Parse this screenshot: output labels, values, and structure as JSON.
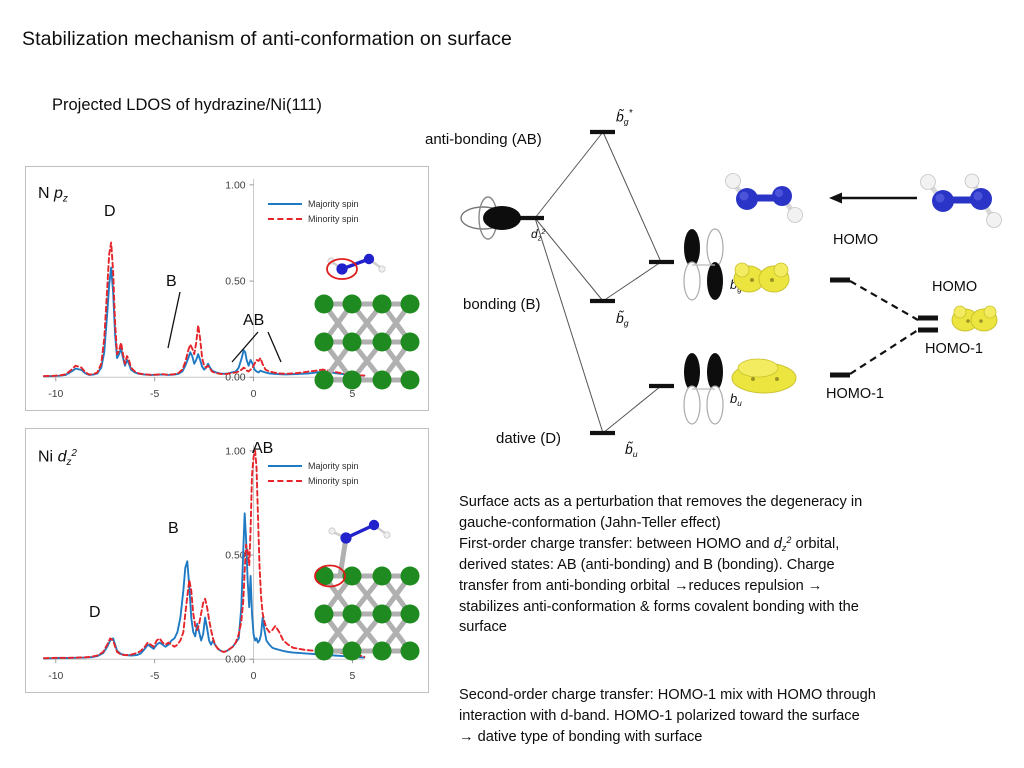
{
  "slide": {
    "title": "Stabilization mechanism of anti-conformation on surface",
    "ldos_heading": "Projected LDOS of hydrazine/Ni(111)"
  },
  "colors": {
    "majority_spin": "#1f7ac4",
    "minority_spin": "#e5252a",
    "nickel_atom": "#1f8a1f",
    "nitrogen_atom": "#2222cc",
    "hydrogen_atom": "#e8e8e8",
    "orbital_yellow": "#e8e23c",
    "panel_border": "#bfbfbf",
    "axis_gray": "#a6a6a6"
  },
  "legend": {
    "majority": "Majority spin",
    "minority": "Minority spin"
  },
  "chart_data": [
    {
      "type": "line",
      "title": "N pz",
      "title_parts": {
        "element": "N",
        "orbital": "p",
        "orbital_sub": "z"
      },
      "xlabel": "",
      "ylabel": "",
      "xlim": [
        -10.6,
        5.6
      ],
      "ylim": [
        0.0,
        1.0
      ],
      "xticks": [
        -10,
        -5,
        0,
        5
      ],
      "xticklabels": [
        "-10",
        "-5",
        "0",
        "5"
      ],
      "yticks": [
        0.0,
        0.5,
        1.0
      ],
      "yticklabels": [
        "0.00",
        "0.50",
        "1.00"
      ],
      "grid": false,
      "annotations": [
        {
          "label": "D",
          "peak_x": -7.2,
          "peak_y": 0.7
        },
        {
          "label": "B",
          "peak_x": -2.9,
          "peak_y": 0.26
        },
        {
          "label": "AB",
          "peak_x": 0.35,
          "peak_y": 0.09
        }
      ],
      "series": [
        {
          "name": "Majority spin",
          "style": "solid",
          "color": "#1f7ac4",
          "x": [
            -10.6,
            -10.2,
            -9.8,
            -9.5,
            -9.2,
            -9.0,
            -8.7,
            -8.5,
            -8.3,
            -8.1,
            -7.9,
            -7.7,
            -7.55,
            -7.4,
            -7.3,
            -7.2,
            -7.1,
            -7.0,
            -6.9,
            -6.8,
            -6.7,
            -6.6,
            -6.5,
            -6.4,
            -6.3,
            -6.2,
            -6.0,
            -5.8,
            -5.5,
            -5.2,
            -4.9,
            -4.6,
            -4.3,
            -4.0,
            -3.8,
            -3.6,
            -3.45,
            -3.3,
            -3.2,
            -3.1,
            -3.0,
            -2.9,
            -2.8,
            -2.7,
            -2.6,
            -2.5,
            -2.4,
            -2.3,
            -2.2,
            -2.1,
            -2.0,
            -1.9,
            -1.7,
            -1.5,
            -1.3,
            -1.1,
            -0.9,
            -0.75,
            -0.6,
            -0.5,
            -0.42,
            -0.35,
            -0.25,
            -0.15,
            -0.05,
            0.05,
            0.15,
            0.25,
            0.35,
            0.45,
            0.6,
            0.8,
            1.0,
            1.3,
            1.6,
            2.0,
            2.4,
            2.8,
            3.2,
            3.5,
            3.8,
            4.1,
            4.4,
            4.7,
            5.0,
            5.3,
            5.6
          ],
          "y": [
            0.005,
            0.006,
            0.008,
            0.012,
            0.03,
            0.045,
            0.038,
            0.02,
            0.012,
            0.014,
            0.02,
            0.05,
            0.13,
            0.33,
            0.48,
            0.57,
            0.44,
            0.22,
            0.1,
            0.12,
            0.15,
            0.1,
            0.06,
            0.09,
            0.07,
            0.04,
            0.025,
            0.018,
            0.014,
            0.012,
            0.013,
            0.015,
            0.012,
            0.014,
            0.018,
            0.03,
            0.06,
            0.1,
            0.13,
            0.11,
            0.07,
            0.09,
            0.12,
            0.09,
            0.055,
            0.04,
            0.05,
            0.07,
            0.05,
            0.035,
            0.03,
            0.025,
            0.02,
            0.018,
            0.02,
            0.025,
            0.03,
            0.05,
            0.1,
            0.14,
            0.13,
            0.09,
            0.06,
            0.09,
            0.07,
            0.04,
            0.03,
            0.025,
            0.035,
            0.03,
            0.025,
            0.02,
            0.018,
            0.016,
            0.015,
            0.016,
            0.018,
            0.02,
            0.025,
            0.03,
            0.028,
            0.022,
            0.018,
            0.015,
            0.012,
            0.01,
            0.008
          ]
        },
        {
          "name": "Minority spin",
          "style": "dashed",
          "color": "#e5252a",
          "x": [
            -10.6,
            -10.2,
            -9.8,
            -9.5,
            -9.2,
            -9.0,
            -8.7,
            -8.5,
            -8.3,
            -8.1,
            -7.9,
            -7.7,
            -7.55,
            -7.4,
            -7.3,
            -7.2,
            -7.1,
            -7.0,
            -6.9,
            -6.8,
            -6.7,
            -6.6,
            -6.5,
            -6.4,
            -6.3,
            -6.2,
            -6.0,
            -5.8,
            -5.5,
            -5.2,
            -4.9,
            -4.6,
            -4.3,
            -4.0,
            -3.8,
            -3.6,
            -3.45,
            -3.3,
            -3.2,
            -3.1,
            -3.0,
            -2.9,
            -2.8,
            -2.7,
            -2.6,
            -2.5,
            -2.4,
            -2.3,
            -2.2,
            -2.1,
            -2.0,
            -1.9,
            -1.7,
            -1.5,
            -1.3,
            -1.1,
            -0.9,
            -0.75,
            -0.6,
            -0.5,
            -0.42,
            -0.35,
            -0.25,
            -0.15,
            -0.05,
            0.05,
            0.15,
            0.25,
            0.35,
            0.45,
            0.6,
            0.8,
            1.0,
            1.3,
            1.6,
            2.0,
            2.4,
            2.8,
            3.2,
            3.5,
            3.8,
            4.1,
            4.4,
            4.7,
            5.0,
            5.3,
            5.6
          ],
          "y": [
            0.006,
            0.007,
            0.01,
            0.015,
            0.04,
            0.06,
            0.05,
            0.025,
            0.014,
            0.016,
            0.025,
            0.07,
            0.2,
            0.46,
            0.64,
            0.7,
            0.55,
            0.28,
            0.12,
            0.14,
            0.18,
            0.12,
            0.07,
            0.11,
            0.09,
            0.05,
            0.03,
            0.02,
            0.015,
            0.013,
            0.014,
            0.016,
            0.013,
            0.016,
            0.022,
            0.04,
            0.08,
            0.14,
            0.17,
            0.15,
            0.12,
            0.18,
            0.27,
            0.2,
            0.1,
            0.06,
            0.05,
            0.06,
            0.045,
            0.03,
            0.025,
            0.022,
            0.018,
            0.016,
            0.018,
            0.022,
            0.025,
            0.03,
            0.04,
            0.05,
            0.045,
            0.035,
            0.03,
            0.04,
            0.05,
            0.07,
            0.09,
            0.085,
            0.1,
            0.07,
            0.04,
            0.03,
            0.025,
            0.02,
            0.018,
            0.02,
            0.024,
            0.03,
            0.035,
            0.04,
            0.035,
            0.028,
            0.022,
            0.018,
            0.014,
            0.011,
            0.009
          ]
        }
      ]
    },
    {
      "type": "line",
      "title": "Ni dz2",
      "title_parts": {
        "element": "Ni",
        "orbital": "d",
        "orbital_sub": "z",
        "orbital_sup": "2"
      },
      "xlabel": "",
      "ylabel": "",
      "xlim": [
        -10.6,
        5.6
      ],
      "ylim": [
        0.0,
        1.0
      ],
      "xticks": [
        -10,
        -5,
        0,
        5
      ],
      "xticklabels": [
        "-10",
        "-5",
        "0",
        "5"
      ],
      "yticks": [
        0.0,
        0.5,
        1.0
      ],
      "yticklabels": [
        "0.00",
        "0.50",
        "1.00"
      ],
      "grid": false,
      "annotations": [
        {
          "label": "AB",
          "peak_x": 0.35,
          "peak_y": 1.0
        },
        {
          "label": "B",
          "peak_x": -3.35,
          "peak_y": 0.47
        },
        {
          "label": "D",
          "peak_x": -7.2,
          "peak_y": 0.1
        }
      ],
      "series": [
        {
          "name": "Majority spin",
          "style": "solid",
          "color": "#1f7ac4",
          "x": [
            -10.6,
            -10.2,
            -9.8,
            -9.4,
            -9.0,
            -8.6,
            -8.2,
            -7.9,
            -7.6,
            -7.4,
            -7.25,
            -7.1,
            -7.0,
            -6.9,
            -6.7,
            -6.5,
            -6.2,
            -5.9,
            -5.7,
            -5.5,
            -5.35,
            -5.2,
            -5.05,
            -4.9,
            -4.75,
            -4.6,
            -4.45,
            -4.3,
            -4.15,
            -4.0,
            -3.85,
            -3.7,
            -3.55,
            -3.45,
            -3.35,
            -3.25,
            -3.15,
            -3.05,
            -2.95,
            -2.85,
            -2.75,
            -2.65,
            -2.55,
            -2.45,
            -2.35,
            -2.25,
            -2.15,
            -2.05,
            -1.95,
            -1.8,
            -1.65,
            -1.5,
            -1.35,
            -1.2,
            -1.05,
            -0.9,
            -0.75,
            -0.62,
            -0.52,
            -0.45,
            -0.38,
            -0.3,
            -0.22,
            -0.15,
            -0.08,
            0.0,
            0.08,
            0.15,
            0.22,
            0.3,
            0.38,
            0.46,
            0.55,
            0.65,
            0.8,
            0.95,
            1.1,
            1.3,
            1.5,
            1.75,
            2.0,
            2.3,
            2.6,
            2.9,
            3.2,
            3.5,
            3.8,
            4.1,
            4.4,
            4.7,
            5.0,
            5.3,
            5.6
          ],
          "y": [
            0.004,
            0.005,
            0.006,
            0.006,
            0.007,
            0.008,
            0.01,
            0.015,
            0.03,
            0.06,
            0.09,
            0.1,
            0.07,
            0.04,
            0.025,
            0.02,
            0.018,
            0.02,
            0.028,
            0.05,
            0.07,
            0.06,
            0.05,
            0.07,
            0.08,
            0.07,
            0.06,
            0.07,
            0.09,
            0.1,
            0.13,
            0.2,
            0.33,
            0.44,
            0.47,
            0.35,
            0.2,
            0.13,
            0.11,
            0.17,
            0.13,
            0.09,
            0.12,
            0.2,
            0.15,
            0.09,
            0.07,
            0.09,
            0.07,
            0.05,
            0.04,
            0.035,
            0.04,
            0.05,
            0.06,
            0.08,
            0.1,
            0.25,
            0.52,
            0.7,
            0.58,
            0.38,
            0.25,
            0.4,
            0.22,
            0.12,
            0.09,
            0.1,
            0.08,
            0.09,
            0.12,
            0.2,
            0.14,
            0.09,
            0.07,
            0.055,
            0.05,
            0.045,
            0.04,
            0.035,
            0.032,
            0.03,
            0.028,
            0.026,
            0.024,
            0.022,
            0.02,
            0.018,
            0.016,
            0.014,
            0.012,
            0.01,
            0.008
          ]
        },
        {
          "name": "Minority spin",
          "style": "dashed",
          "color": "#e5252a",
          "x": [
            -10.6,
            -10.2,
            -9.8,
            -9.4,
            -9.0,
            -8.6,
            -8.2,
            -7.9,
            -7.6,
            -7.4,
            -7.25,
            -7.1,
            -7.0,
            -6.9,
            -6.7,
            -6.5,
            -6.2,
            -5.9,
            -5.7,
            -5.5,
            -5.35,
            -5.2,
            -5.05,
            -4.9,
            -4.75,
            -4.6,
            -4.45,
            -4.3,
            -4.15,
            -4.0,
            -3.85,
            -3.7,
            -3.55,
            -3.45,
            -3.35,
            -3.25,
            -3.15,
            -3.05,
            -2.95,
            -2.85,
            -2.75,
            -2.65,
            -2.55,
            -2.45,
            -2.35,
            -2.25,
            -2.15,
            -2.05,
            -1.95,
            -1.8,
            -1.65,
            -1.5,
            -1.35,
            -1.2,
            -1.05,
            -0.9,
            -0.75,
            -0.62,
            -0.52,
            -0.45,
            -0.38,
            -0.3,
            -0.22,
            -0.15,
            -0.08,
            0.0,
            0.08,
            0.15,
            0.22,
            0.3,
            0.38,
            0.46,
            0.55,
            0.65,
            0.8,
            0.95,
            1.1,
            1.3,
            1.5,
            1.75,
            2.0,
            2.3,
            2.6,
            2.9,
            3.2,
            3.5,
            3.8,
            4.1,
            4.4,
            4.7,
            5.0,
            5.3,
            5.6
          ],
          "y": [
            0.005,
            0.006,
            0.007,
            0.007,
            0.008,
            0.009,
            0.012,
            0.018,
            0.035,
            0.07,
            0.1,
            0.09,
            0.06,
            0.035,
            0.022,
            0.02,
            0.022,
            0.03,
            0.04,
            0.06,
            0.08,
            0.07,
            0.06,
            0.09,
            0.1,
            0.08,
            0.07,
            0.08,
            0.07,
            0.06,
            0.07,
            0.09,
            0.13,
            0.22,
            0.3,
            0.38,
            0.33,
            0.22,
            0.16,
            0.14,
            0.17,
            0.22,
            0.27,
            0.29,
            0.25,
            0.19,
            0.14,
            0.1,
            0.07,
            0.05,
            0.04,
            0.035,
            0.04,
            0.05,
            0.06,
            0.08,
            0.12,
            0.18,
            0.28,
            0.42,
            0.55,
            0.52,
            0.45,
            0.62,
            0.88,
            0.97,
            1.0,
            0.92,
            0.7,
            0.45,
            0.3,
            0.22,
            0.18,
            0.15,
            0.13,
            0.14,
            0.16,
            0.13,
            0.09,
            0.07,
            0.055,
            0.05,
            0.045,
            0.042,
            0.04,
            0.038,
            0.035,
            0.032,
            0.03,
            0.028,
            0.025,
            0.02,
            0.012
          ]
        }
      ]
    }
  ],
  "mo_diagram": {
    "levels": [
      {
        "id": "anti-bonding",
        "label": "anti-bonding (AB)",
        "orbital_label": "b̃g*"
      },
      {
        "id": "bonding",
        "label": "bonding (B)",
        "orbital_label": "b̃g"
      },
      {
        "id": "dative",
        "label": "dative (D)",
        "orbital_label": "b̃u"
      }
    ],
    "metal_orbital": "dz2",
    "molecular_orbitals": [
      {
        "id": "bg",
        "label": "bg"
      },
      {
        "id": "bu",
        "label": "bu"
      }
    ]
  },
  "homo_block": {
    "homo_top": "HOMO",
    "homo_right": "HOMO",
    "homo1_right": "HOMO-1",
    "homo1_bottom": "HOMO-1",
    "bg_label": "bg",
    "bu_label": "bu"
  },
  "body": {
    "paragraph_1_lines": [
      "Surface acts as a perturbation that removes the degeneracy in",
      "gauche-conformation (Jahn-Teller effect)",
      "First-order charge transfer:  between HOMO and dz2 orbital,",
      "derived states:  AB  (anti-bonding) and   B  (bonding). Charge",
      "transfer from anti-bonding orbital →reduces repulsion →",
      "stabilizes anti-conformation & forms covalent bonding with the",
      "surface"
    ],
    "paragraph_2_lines": [
      "Second-order charge transfer: HOMO-1 mix with HOMO through",
      "interaction with d-band. HOMO-1 polarized toward the surface",
      "→ dative type of bonding with surface"
    ]
  }
}
